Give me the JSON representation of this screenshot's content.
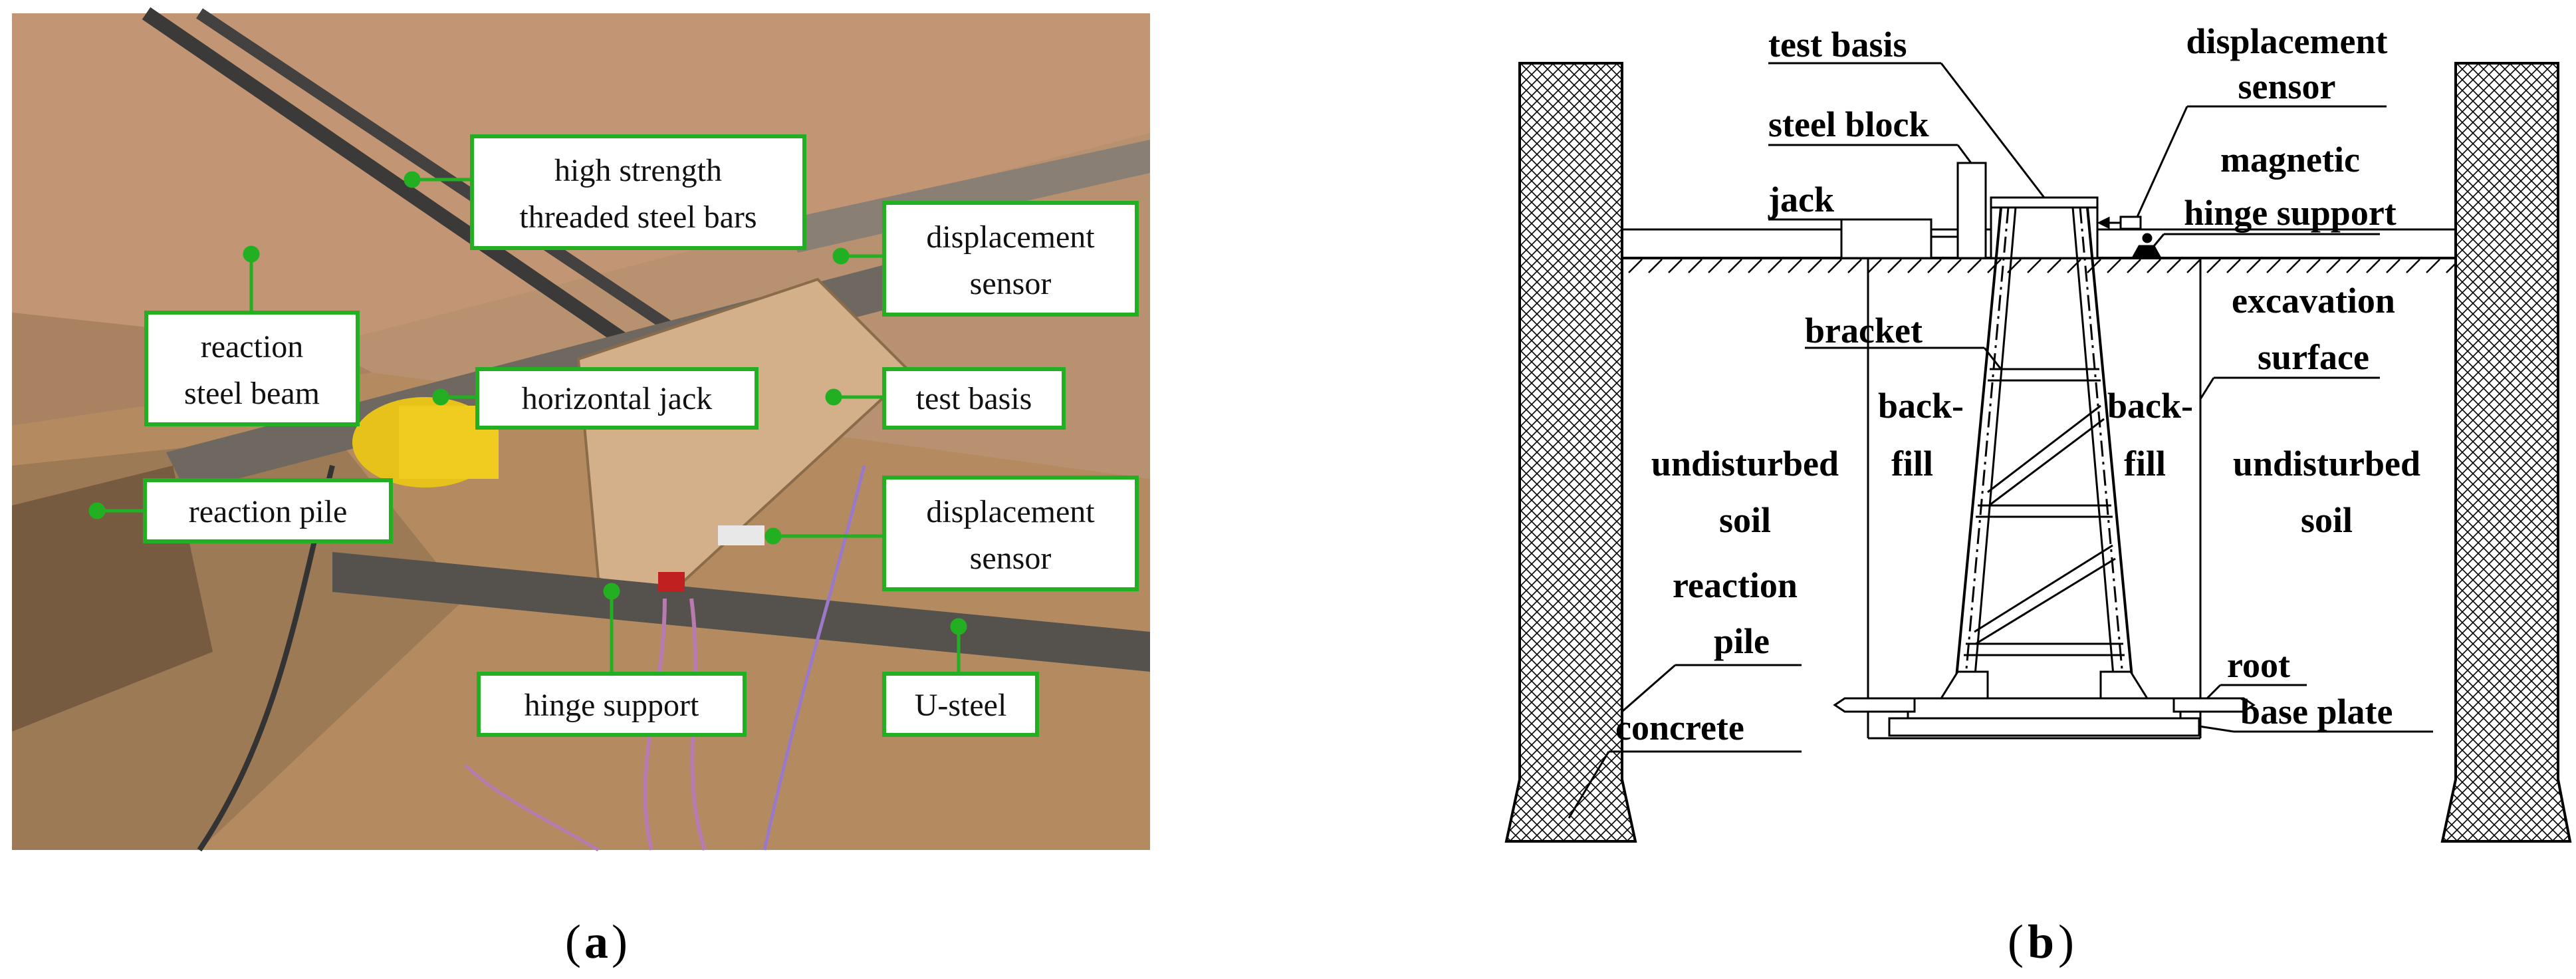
{
  "panel_a": {
    "labels": {
      "high_strength": "high strength",
      "threaded_bars": "threaded steel bars",
      "displacement_sensor_top_1": "displacement",
      "displacement_sensor_top_2": "sensor",
      "reaction_steel_beam_1": "reaction",
      "reaction_steel_beam_2": "steel beam",
      "horizontal_jack": "horizontal jack",
      "test_basis": "test basis",
      "reaction_pile": "reaction pile",
      "displacement_sensor_bottom_1": "displacement",
      "displacement_sensor_bottom_2": "sensor",
      "hinge_support": "hinge support",
      "u_steel": "U-steel"
    },
    "caption_letter": "a"
  },
  "panel_b": {
    "labels": {
      "test_basis": "test basis",
      "steel_block": "steel block",
      "jack": "jack",
      "displacement_sensor_1": "displacement",
      "displacement_sensor_2": "sensor",
      "magnetic": "magnetic",
      "hinge_support": "hinge support",
      "excavation": "excavation",
      "surface": "surface",
      "bracket": "bracket",
      "backfill_left_1": "back-",
      "backfill_left_2": "fill",
      "backfill_right_1": "back-",
      "backfill_right_2": "fill",
      "undisturbed_left_1": "undisturbed",
      "undisturbed_left_2": "soil",
      "undisturbed_right_1": "undisturbed",
      "undisturbed_right_2": "soil",
      "reaction": "reaction",
      "pile": "pile",
      "root": "root",
      "base_plate": "base plate",
      "concrete": "concrete"
    },
    "caption_letter": "b"
  },
  "colors": {
    "label_border": "#22b022",
    "leader": "#22b022",
    "soil": "#b58a5a",
    "plywood": "#c7a07a"
  }
}
